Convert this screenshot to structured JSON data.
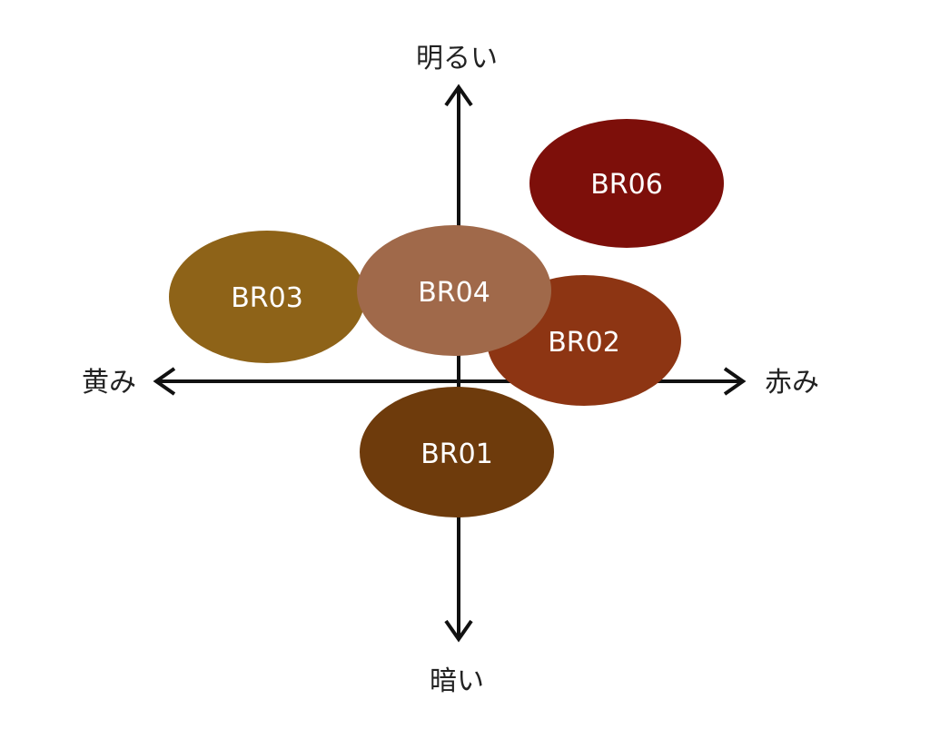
{
  "axes": {
    "top": "明るい",
    "bottom": "暗い",
    "left": "黄み",
    "right": "赤み"
  },
  "shades": [
    {
      "label": "BR06",
      "color": "#7d0f0a"
    },
    {
      "label": "BR03",
      "color": "#8e6318"
    },
    {
      "label": "BR02",
      "color": "#8d3513"
    },
    {
      "label": "BR04",
      "color": "#a0694a"
    },
    {
      "label": "BR01",
      "color": "#6e3b0c"
    }
  ],
  "axis_color": "#111111"
}
